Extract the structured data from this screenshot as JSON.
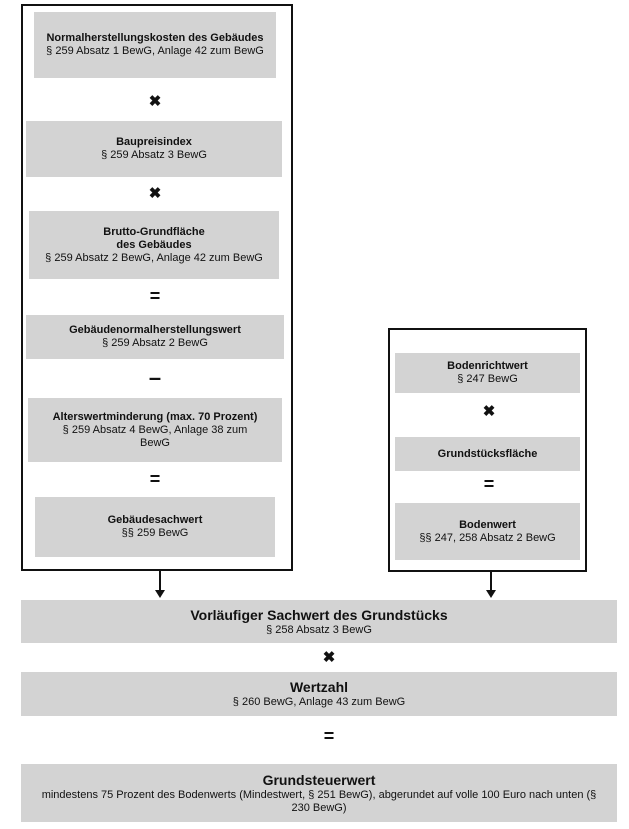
{
  "left": {
    "box1": {
      "title": "Normalherstellungskosten des Gebäudes",
      "sub": "§ 259 Absatz 1 BewG, Anlage 42 zum BewG"
    },
    "op1": "✖",
    "box2": {
      "title": "Baupreisindex",
      "sub": "§ 259 Absatz 3 BewG"
    },
    "op2": "✖",
    "box3": {
      "title": "Brutto-Grundfläche des Gebäudes",
      "sub": "§ 259 Absatz 2 BewG, Anlage 42 zum BewG"
    },
    "op3": "=",
    "box4": {
      "title": "Gebäudenormalherstellungswert",
      "sub": "§ 259 Absatz 2 BewG"
    },
    "op4": "–",
    "box5": {
      "title": "Alterswertminderung (max. 70 Prozent)",
      "sub": "§ 259 Absatz 4 BewG, Anlage 38 zum BewG"
    },
    "op5": "=",
    "box6": {
      "title": "Gebäudesachwert",
      "sub": "§§ 259 BewG"
    }
  },
  "right": {
    "box1": {
      "title": "Bodenrichtwert",
      "sub": "§ 247 BewG"
    },
    "op1": "✖",
    "box2": {
      "title": "Grundstücksfläche"
    },
    "op2": "=",
    "box3": {
      "title": "Bodenwert",
      "sub": "§§ 247, 258 Absatz 2 BewG"
    }
  },
  "bottom": {
    "box1": {
      "title": "Vorläufiger Sachwert des Grundstücks",
      "sub": "§ 258 Absatz 3 BewG"
    },
    "op1": "✖",
    "box2": {
      "title": "Wertzahl",
      "sub": "§ 260 BewG, Anlage 43 zum BewG"
    },
    "op2": "=",
    "box3": {
      "title": "Grundsteuerwert",
      "sub": "mindestens 75 Prozent des Bodenwerts (Mindestwert, § 251 BewG), abgerundet auf volle 100 Euro nach unten (§ 230 BewG)"
    }
  }
}
